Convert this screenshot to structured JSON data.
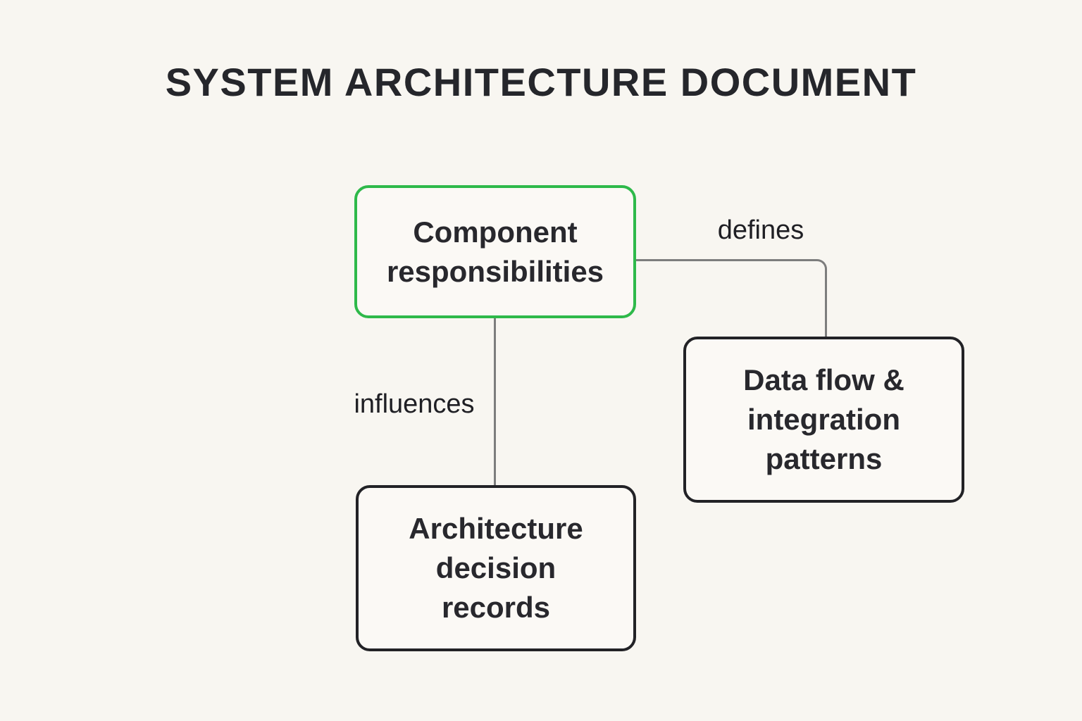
{
  "page": {
    "title": "SYSTEM ARCHITECTURE DOCUMENT",
    "background_color": "#f8f6f1",
    "text_color": "#26262b"
  },
  "diagram": {
    "nodes": [
      {
        "id": "component-responsibilities",
        "label": "Component responsibilities",
        "border_color": "#2eb94a"
      },
      {
        "id": "data-flow-integration-patterns",
        "label": "Data flow & integration patterns",
        "border_color": "#222226"
      },
      {
        "id": "architecture-decision-records",
        "label": "Architecture decision records",
        "border_color": "#222226"
      }
    ],
    "edges": [
      {
        "from": "component-responsibilities",
        "to": "data-flow-integration-patterns",
        "label": "defines",
        "shape": "elbow-right-down"
      },
      {
        "from": "component-responsibilities",
        "to": "architecture-decision-records",
        "label": "influences",
        "shape": "straight-down"
      }
    ],
    "colors": {
      "connector": "#7d7d7d",
      "highlight_node_border": "#2eb94a",
      "default_node_border": "#222226"
    }
  }
}
